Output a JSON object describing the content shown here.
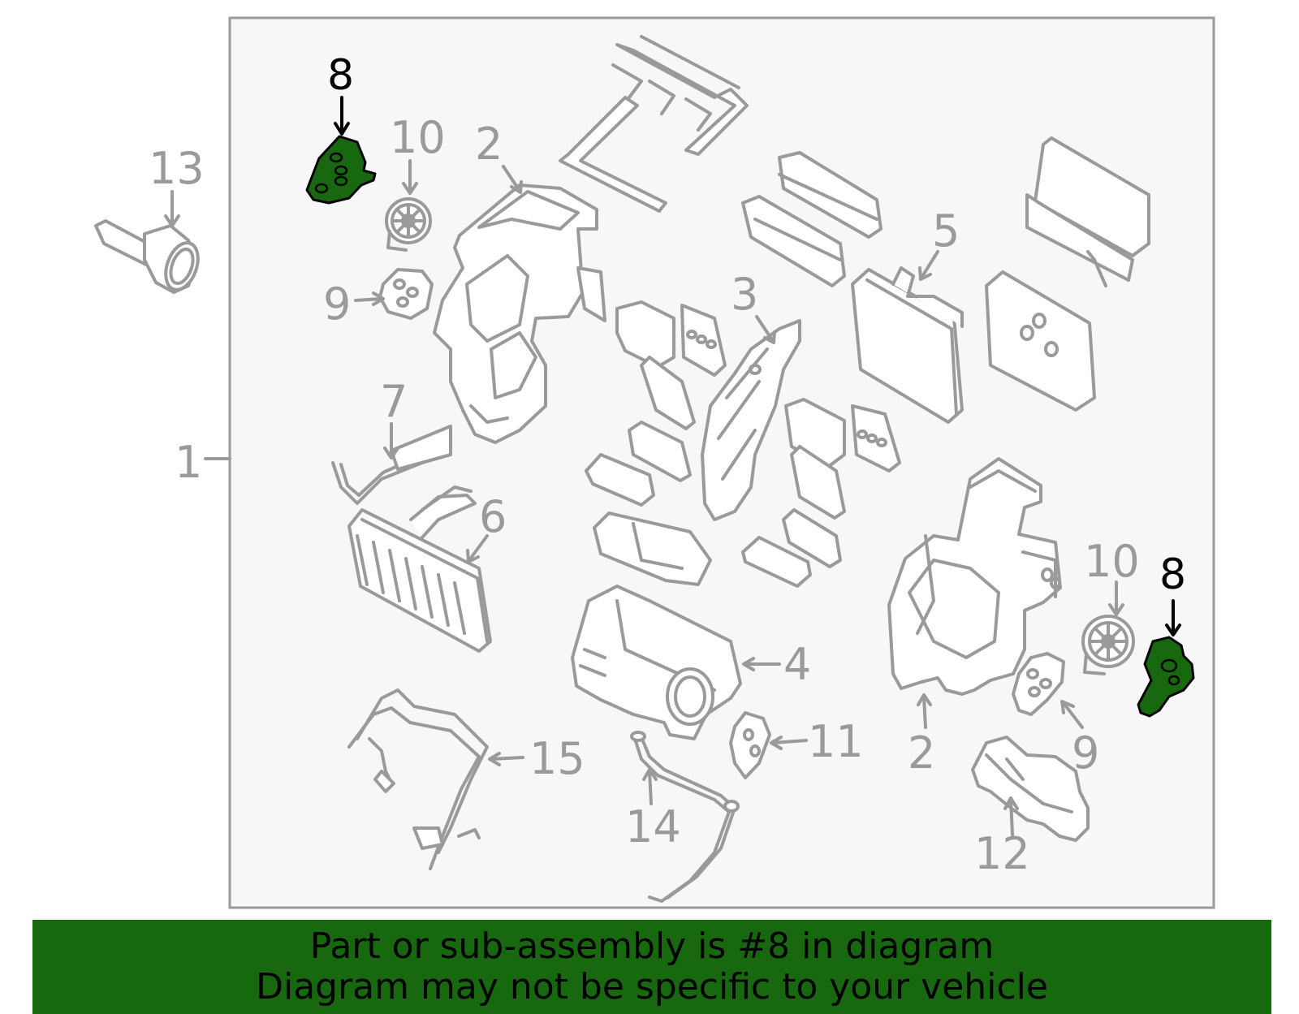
{
  "callouts": {
    "c1": "1",
    "c2a": "2",
    "c2b": "2",
    "c3": "3",
    "c4": "4",
    "c5": "5",
    "c6": "6",
    "c7": "7",
    "c8a": "8",
    "c8b": "8",
    "c9a": "9",
    "c9b": "9",
    "c10a": "10",
    "c10b": "10",
    "c11": "11",
    "c12": "12",
    "c13": "13",
    "c14": "14",
    "c15": "15"
  },
  "banner": {
    "line1": "Part or sub-assembly is #8 in diagram",
    "line2": "Diagram may not be specific to your vehicle"
  },
  "colors": {
    "highlight": "#17680f",
    "line_gray": "#9a9a9a",
    "panel_bg": "#f7f7f7"
  }
}
